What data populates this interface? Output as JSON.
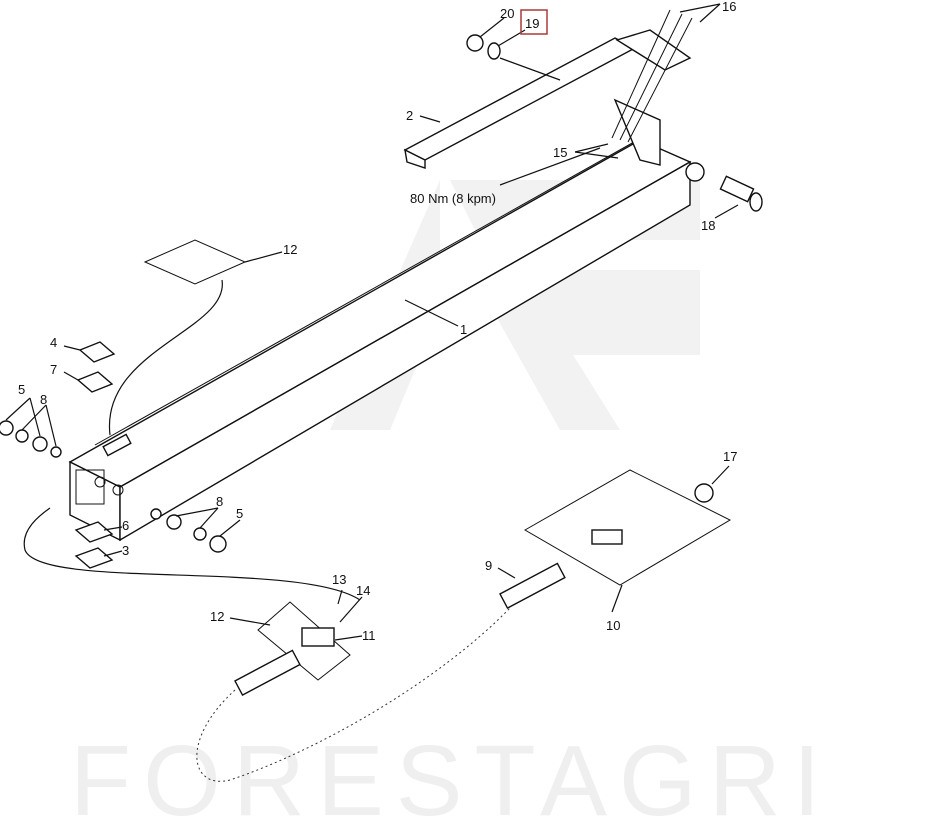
{
  "watermark": {
    "text": "FORESTAGRI"
  },
  "highlight_color": "#a83a3a",
  "labels": {
    "p20": "20",
    "p19": "19",
    "p16": "16",
    "p2": "2",
    "p15": "15",
    "torque": "80 Nm (8 kpm)",
    "p18": "18",
    "p12a": "12",
    "p1": "1",
    "p4": "4",
    "p7": "7",
    "p5a": "5",
    "p8a": "8",
    "p6": "6",
    "p3": "3",
    "p8b": "8",
    "p5b": "5",
    "p17": "17",
    "p9": "9",
    "p10": "10",
    "p13": "13",
    "p14": "14",
    "p12b": "12",
    "p11": "11"
  }
}
